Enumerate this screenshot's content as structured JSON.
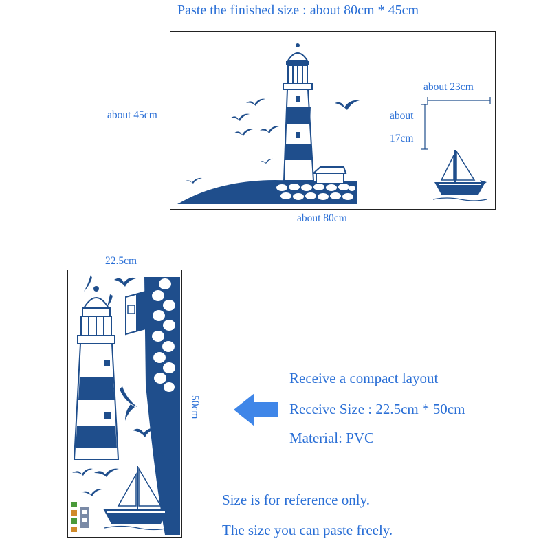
{
  "header": {
    "title": "Paste the finished size : about 80cm * 45cm"
  },
  "finished": {
    "height_label": "about 45cm",
    "width_label": "about 80cm",
    "boat_width_label": "about 23cm",
    "boat_height_label_1": "about",
    "boat_height_label_2": "17cm"
  },
  "sheet": {
    "width_label": "22.5cm",
    "height_label": "50cm"
  },
  "info": {
    "line1": "Receive a compact layout",
    "line2": "Receive Size : 22.5cm * 50cm",
    "line3": "Material: PVC"
  },
  "notes": {
    "line1": "Size is for reference only.",
    "line2": "The size you can paste freely."
  },
  "colors": {
    "text": "#2a6fd6",
    "decal": "#1f4e8c",
    "arrow": "#3f86e8",
    "frame": "#222222"
  },
  "icons": {
    "arrow": "left-arrow-icon",
    "lighthouse": "lighthouse-icon",
    "sailboat": "sailboat-icon",
    "seagull": "seagull-icon"
  }
}
